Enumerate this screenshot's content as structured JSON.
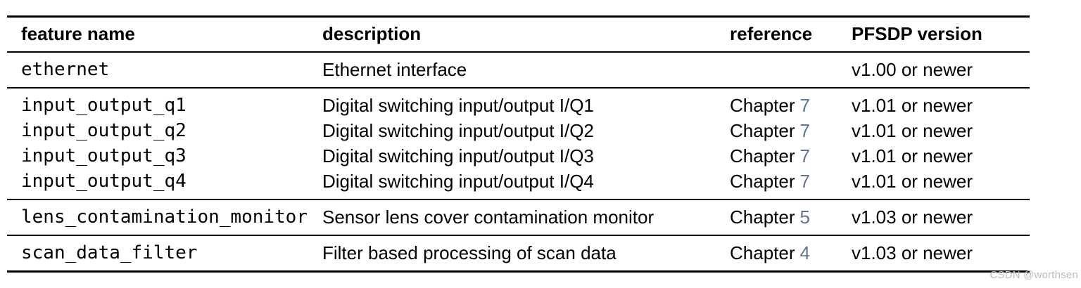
{
  "table": {
    "headers": [
      "feature name",
      "description",
      "reference",
      "PFSDP version"
    ],
    "groups": [
      {
        "rows": [
          {
            "feature": "ethernet",
            "description": "Ethernet interface",
            "chapter_label": "",
            "chapter_num": "",
            "version": "v1.00 or newer"
          }
        ]
      },
      {
        "rows": [
          {
            "feature": "input_output_q1",
            "description": "Digital switching input/output I/Q1",
            "chapter_label": "Chapter",
            "chapter_num": "7",
            "version": "v1.01 or newer"
          },
          {
            "feature": "input_output_q2",
            "description": "Digital switching input/output I/Q2",
            "chapter_label": "Chapter",
            "chapter_num": "7",
            "version": "v1.01 or newer"
          },
          {
            "feature": "input_output_q3",
            "description": "Digital switching input/output I/Q3",
            "chapter_label": "Chapter",
            "chapter_num": "7",
            "version": "v1.01 or newer"
          },
          {
            "feature": "input_output_q4",
            "description": "Digital switching input/output I/Q4",
            "chapter_label": "Chapter",
            "chapter_num": "7",
            "version": "v1.01 or newer"
          }
        ]
      },
      {
        "rows": [
          {
            "feature": "lens_contamination_monitor",
            "description": "Sensor lens cover contamination monitor",
            "chapter_label": "Chapter",
            "chapter_num": "5",
            "version": "v1.03 or newer"
          }
        ]
      },
      {
        "rows": [
          {
            "feature": "scan_data_filter",
            "description": "Filter based processing of scan data",
            "chapter_label": "Chapter",
            "chapter_num": "4",
            "version": "v1.03 or newer"
          }
        ]
      }
    ]
  },
  "watermark": "CSDN @worthsen",
  "colors": {
    "text": "#000000",
    "link": "#5f7396",
    "rule": "#000000",
    "watermark": "#bcbcbc"
  }
}
